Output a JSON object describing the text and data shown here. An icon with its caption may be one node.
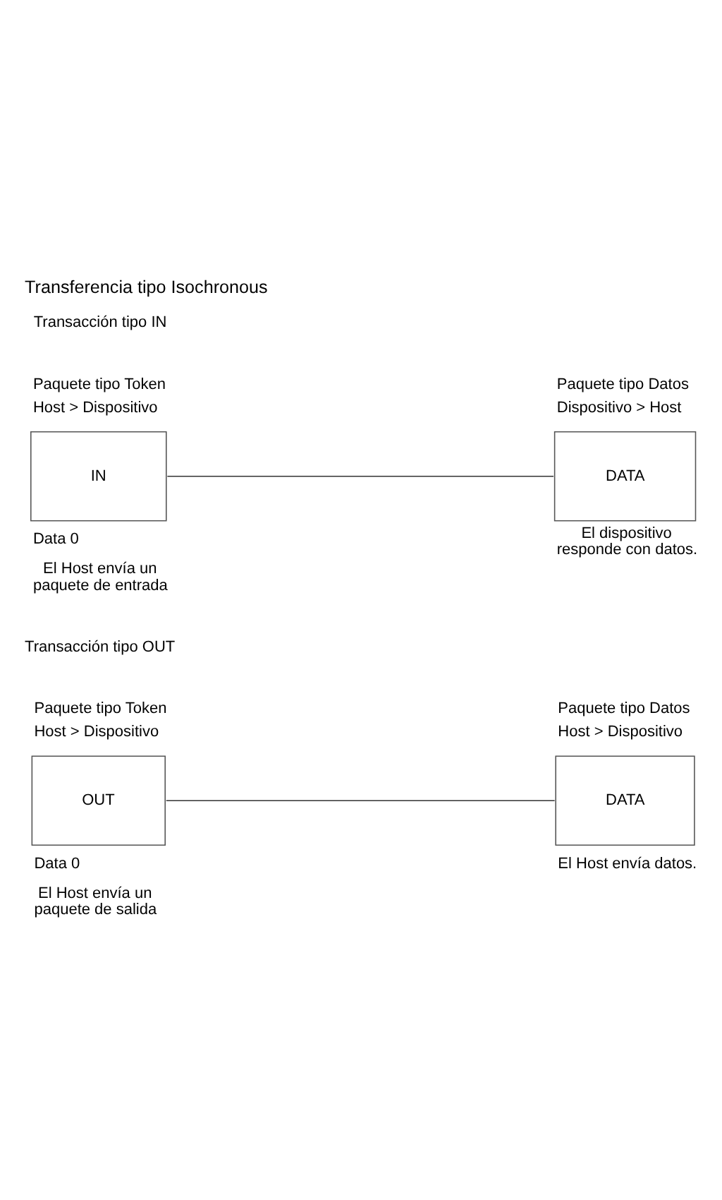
{
  "diagram": {
    "title": "Transferencia tipo Isochronous",
    "nodes": [
      {
        "text": [
          "Paquete tipo Token",
          "Host > Dispositivo",
          "IN"
        ],
        "beside": [
          "Data 0",
          "El Host envía un paquete de entrada"
        ]
      },
      {
        "text": [
          "Paquete tipo Datos",
          "Dispositivo > Host",
          "DATA"
        ],
        "beside": [
          "El dispositivo responde con datos."
        ]
      },
      {
        "text": [
          "Paquete tipo Token",
          "Host > Dispositivo",
          "OUT"
        ],
        "beside": [
          "Data 0",
          "El Host envía un paquete de salida"
        ]
      },
      {
        "text": [
          "Paquete tipo Datos",
          "Host > Dispositivo",
          "DATA"
        ],
        "beside": [
          "El Host envía datos."
        ]
      }
    ],
    "edges": [
      {
        "from": 0,
        "to": 1,
        "arrow": "none"
      },
      {
        "from": 2,
        "to": 3,
        "arrow": "none"
      }
    ],
    "labels": [
      "Transacción tipo IN",
      "Transacción tipo OUT"
    ]
  }
}
